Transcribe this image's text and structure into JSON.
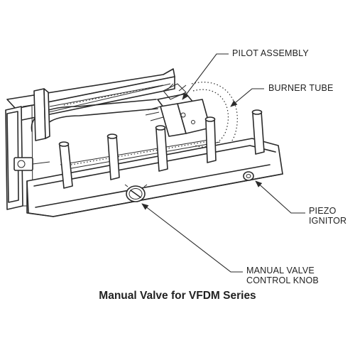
{
  "callouts": {
    "pilot_assembly": "PILOT ASSEMBLY",
    "burner_tube": "BURNER TUBE",
    "piezo_line1": "PIEZO",
    "piezo_line2": "IGNITOR",
    "manual_line1": "MANUAL VALVE",
    "manual_line2": "CONTROL KNOB"
  },
  "caption": "Manual Valve for VFDM Series"
}
